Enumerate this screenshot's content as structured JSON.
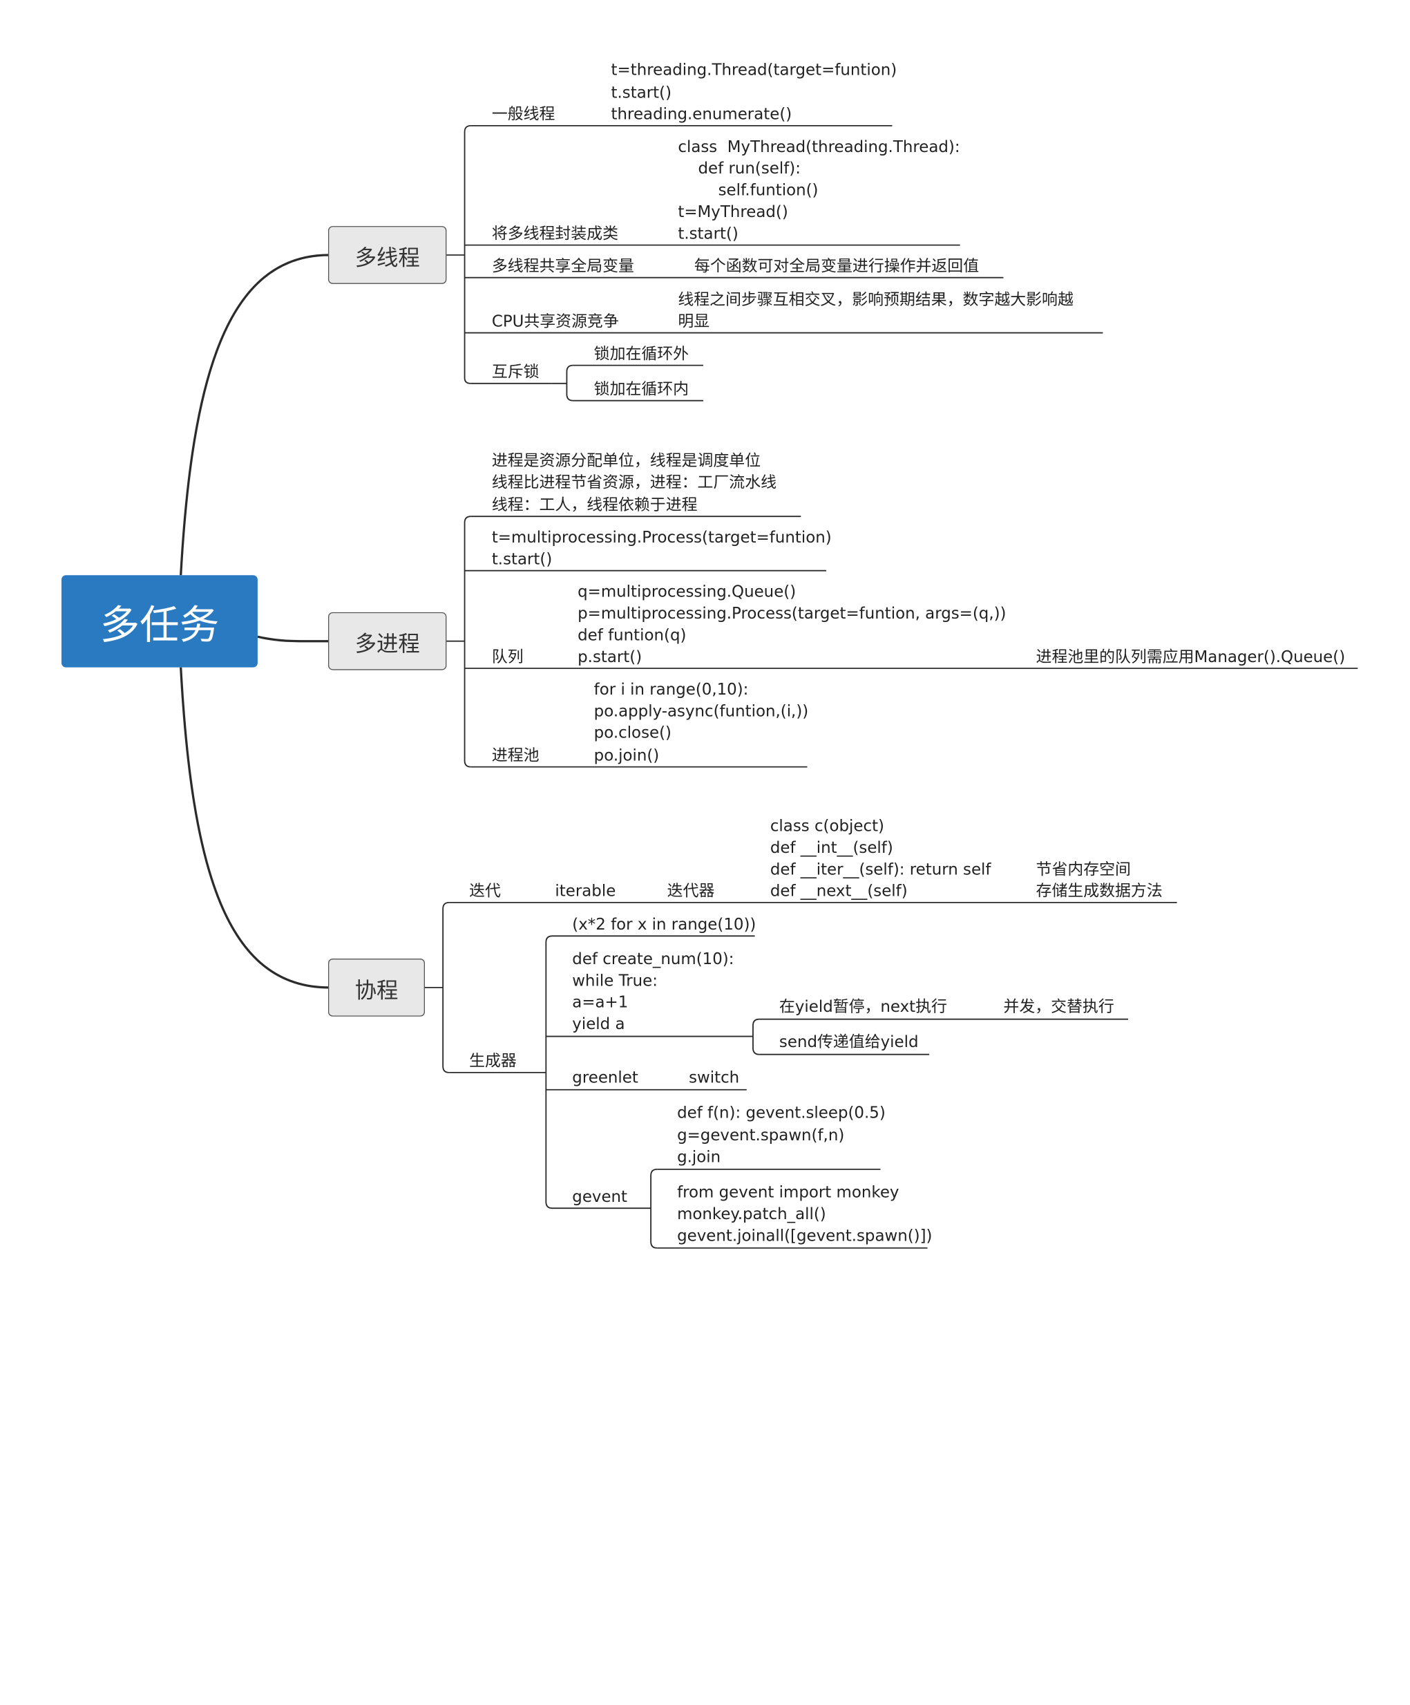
{
  "root": {
    "label": "多任务",
    "color": "#2a7ac2"
  },
  "threads": {
    "label": "多线程",
    "general": {
      "label": "一般线程",
      "code": [
        "t=threading.Thread(target=funtion)",
        "t.start()",
        "threading.enumerate()"
      ]
    },
    "class_wrap": {
      "label": "将多线程封装成类",
      "code": [
        "class  MyThread(threading.Thread):",
        "    def run(self):",
        "        self.funtion()",
        "t=MyThread()",
        "t.start()"
      ]
    },
    "shared_global": {
      "label": "多线程共享全局变量",
      "note": "每个函数可对全局变量进行操作并返回值"
    },
    "cpu": {
      "label": "CPU共享资源竞争",
      "note": [
        "线程之间步骤互相交叉，影响预期结果，数字越大影响越",
        "明显"
      ]
    },
    "mutex": {
      "label": "互斥锁",
      "children": [
        "锁加在循环外",
        "锁加在循环内"
      ]
    }
  },
  "processes": {
    "label": "多进程",
    "intro": [
      "进程是资源分配单位，线程是调度单位",
      "线程比进程节省资源，进程：工厂流水线",
      "线程：工人，线程依赖于进程"
    ],
    "create": [
      "t=multiprocessing.Process(target=funtion)",
      "t.start()"
    ],
    "queue": {
      "label": "队列",
      "code": [
        "q=multiprocessing.Queue()",
        "p=multiprocessing.Process(target=funtion, args=(q,))",
        "def funtion(q)",
        "p.start()"
      ],
      "note": "进程池里的队列需应用Manager().Queue()"
    },
    "pool": {
      "label": "进程池",
      "code": [
        "for i in range(0,10):",
        "po.apply-async(funtion,(i,))",
        "po.close()",
        "po.join()"
      ]
    }
  },
  "coroutines": {
    "label": "协程",
    "iteration": {
      "label": "迭代",
      "iterable": "iterable",
      "iterator": "迭代器",
      "code": [
        "class c(object)",
        "def __int__(self)",
        "def __iter__(self): return self",
        "def __next__(self)"
      ],
      "notes": [
        "节省内存空间",
        "存储生成数据方法"
      ]
    },
    "generator": {
      "label": "生成器",
      "expr": "(x*2 for x in range(10))",
      "func_code": [
        "def create_num(10):",
        "while True:",
        "a=a+1",
        "yield a"
      ],
      "yield_pause": "在yield暂停，next执行",
      "concurrent": "并发，交替执行",
      "send": "send传递值给yield",
      "greenlet": "greenlet",
      "switch": "switch",
      "gevent": "gevent",
      "gevent_code1": [
        "def f(n): gevent.sleep(0.5)",
        "g=gevent.spawn(f,n)",
        "g.join"
      ],
      "gevent_code2": [
        "from gevent import monkey",
        "monkey.patch_all()",
        "gevent.joinall([gevent.spawn()])"
      ]
    }
  }
}
